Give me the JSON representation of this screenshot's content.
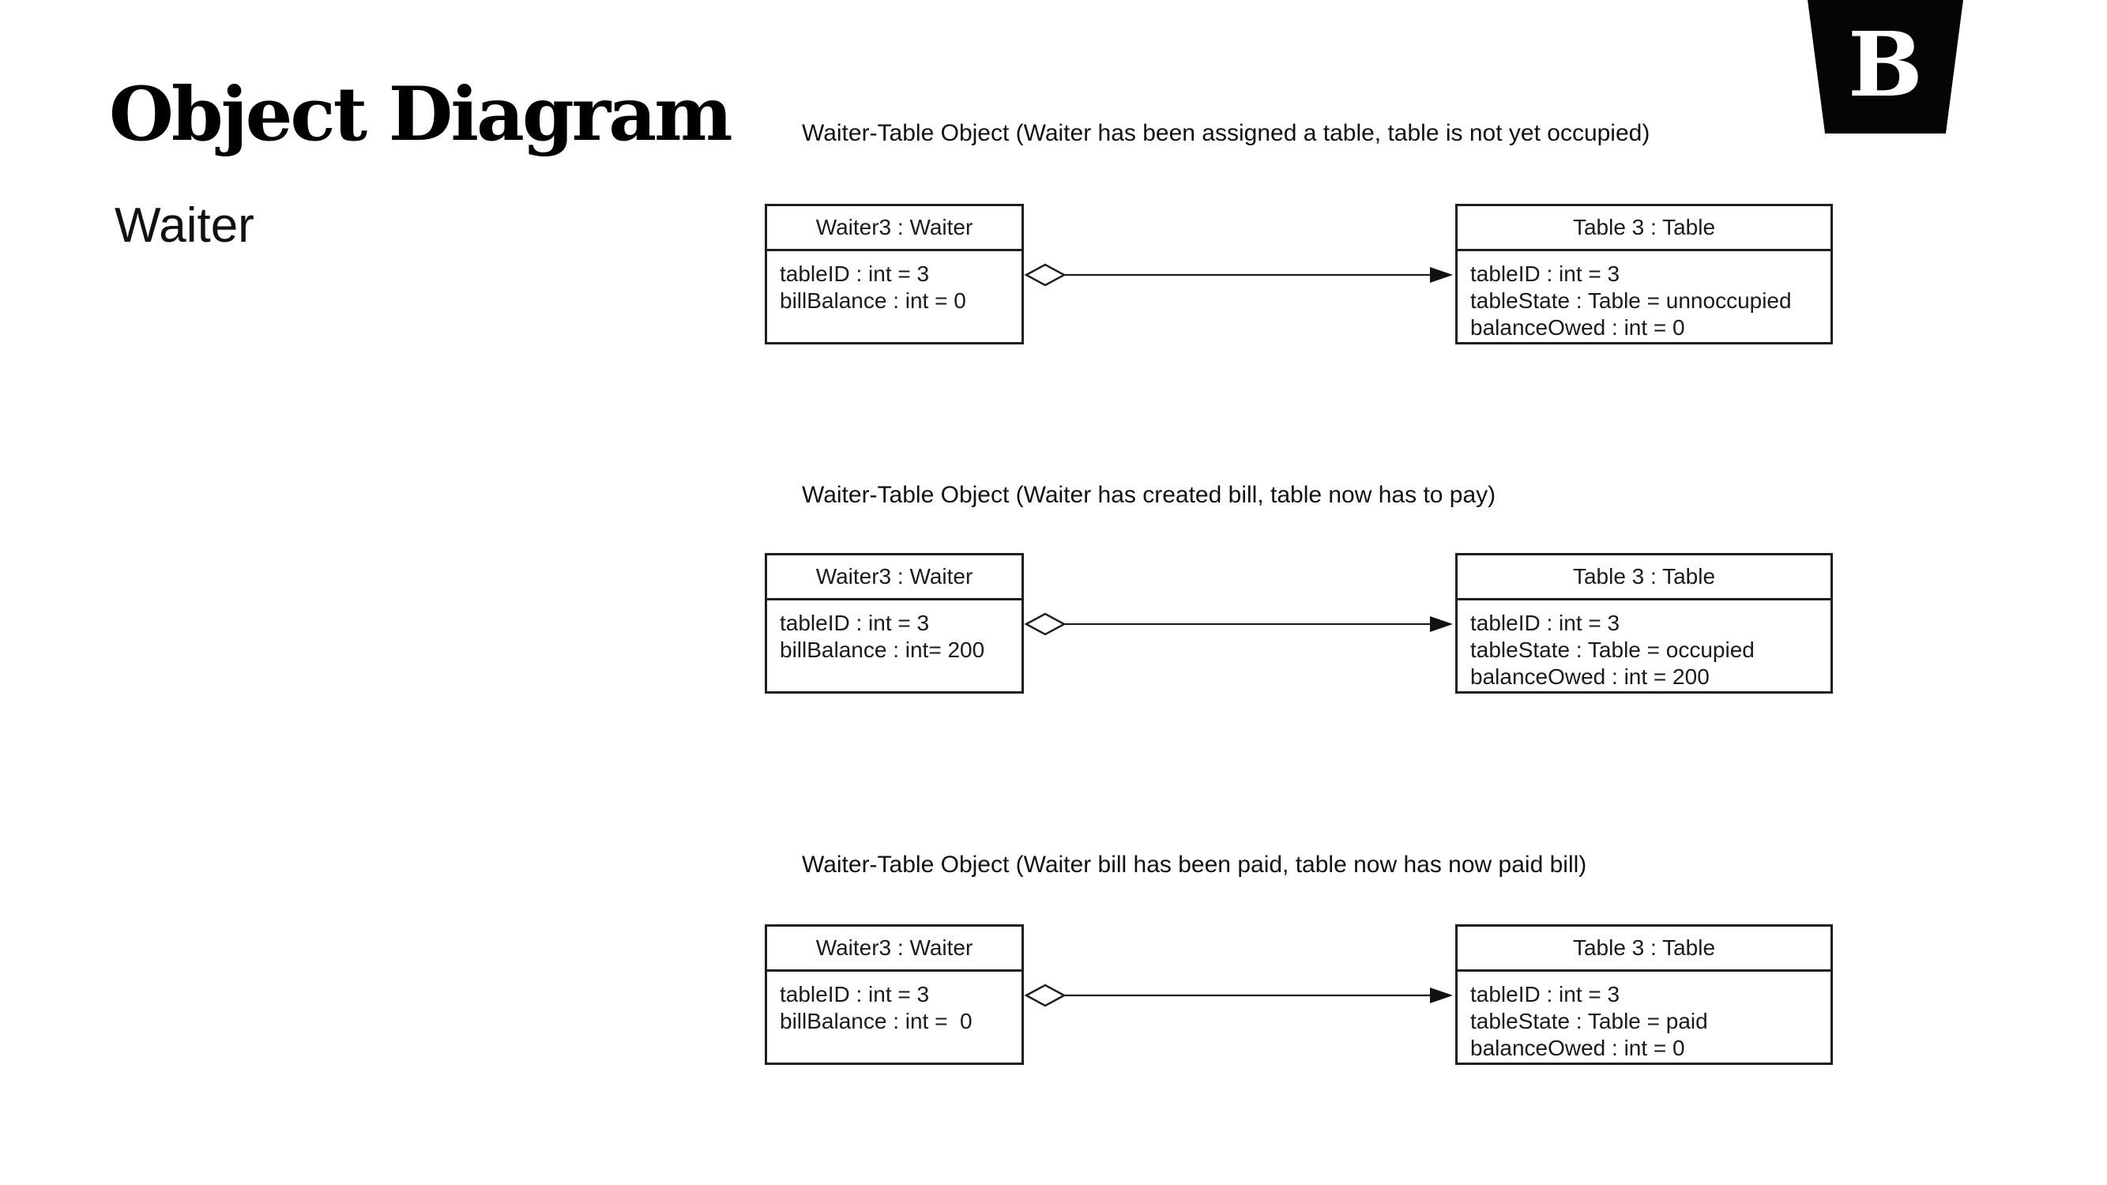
{
  "page": {
    "title": "Object Diagram",
    "subtitle": "Waiter",
    "logo": {
      "letter": "B"
    },
    "colors": {
      "background": "#ffffff",
      "ink": "#1a1a1a",
      "box_border": "#1f1f1f",
      "badge_background": "#050505",
      "badge_letter": "#ffffff"
    }
  },
  "diagrams": [
    {
      "caption": "Waiter-Table Object (Waiter has been assigned a table, table is not yet occupied)",
      "waiter_object": {
        "title": "Waiter3 : Waiter",
        "attributes": [
          "tableID : int = 3",
          "billBalance : int = 0"
        ]
      },
      "table_object": {
        "title": "Table 3 : Table",
        "attributes": [
          "tableID : int = 3",
          "tableState : Table = unnoccupied",
          "balanceOwed : int = 0"
        ]
      }
    },
    {
      "caption": "Waiter-Table Object (Waiter has created bill, table now has to pay)",
      "waiter_object": {
        "title": "Waiter3 : Waiter",
        "attributes": [
          "tableID : int = 3",
          "billBalance : int= 200"
        ]
      },
      "table_object": {
        "title": "Table 3 : Table",
        "attributes": [
          "tableID : int = 3",
          "tableState : Table = occupied",
          "balanceOwed : int = 200"
        ]
      }
    },
    {
      "caption": "Waiter-Table Object (Waiter bill has been paid, table now has now paid bill)",
      "waiter_object": {
        "title": "Waiter3 : Waiter",
        "attributes": [
          "tableID : int = 3",
          "billBalance : int =  0"
        ]
      },
      "table_object": {
        "title": "Table 3 : Table",
        "attributes": [
          "tableID : int = 3",
          "tableState : Table = paid",
          "balanceOwed : int = 0"
        ]
      }
    }
  ]
}
